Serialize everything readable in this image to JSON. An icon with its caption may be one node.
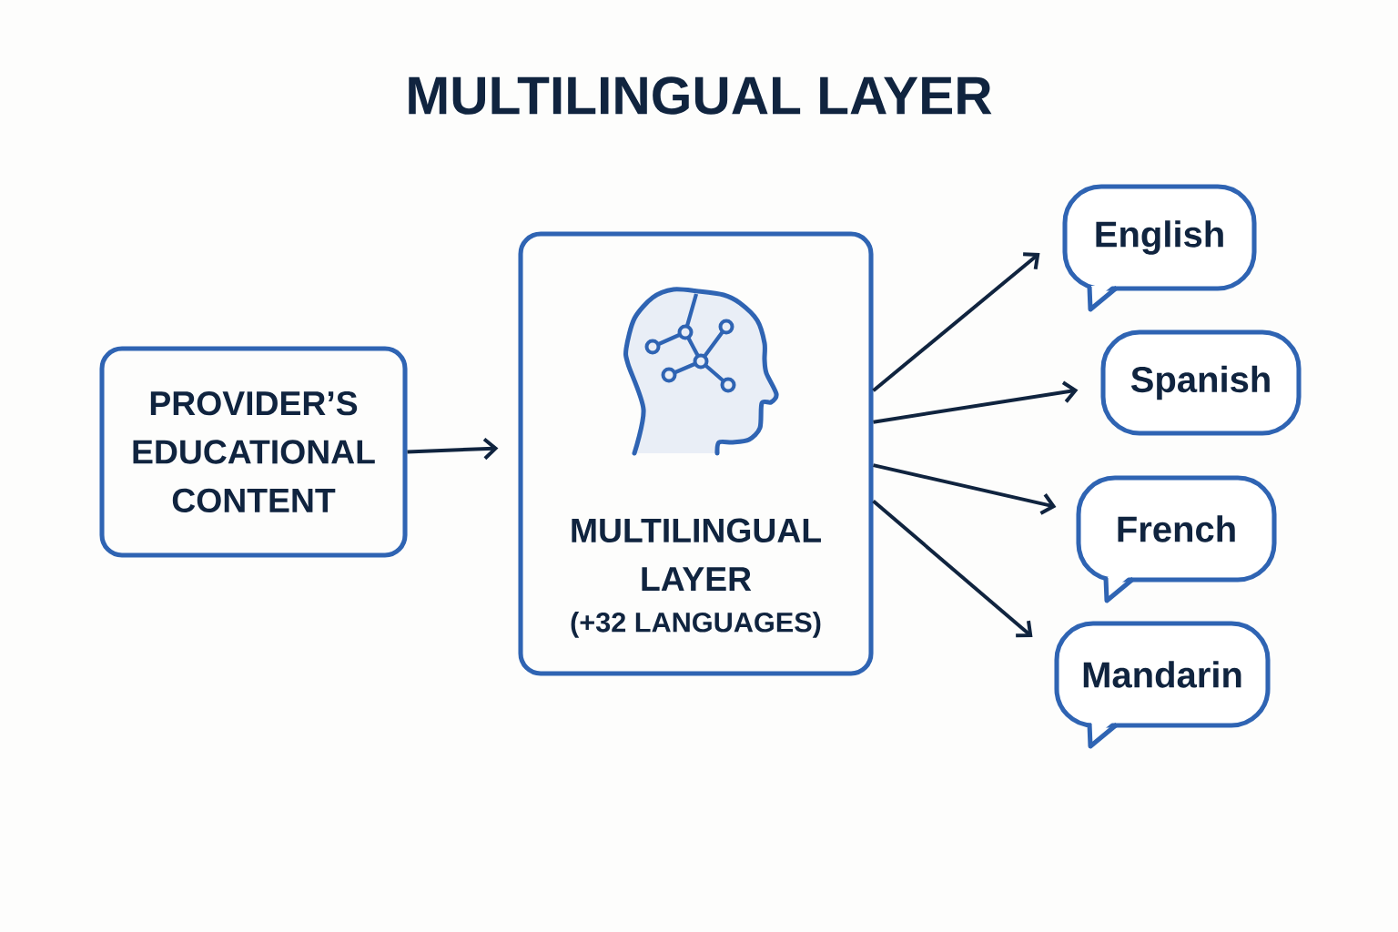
{
  "diagram": {
    "title": "MULTILINGUAL LAYER",
    "nodes": [
      {
        "text": [
          "PROVIDER’S EDUCATIONAL CONTENT"
        ]
      },
      {
        "text": [
          "MULTILINGUAL LAYER",
          "(+32 LANGUAGES)"
        ]
      },
      {
        "text": [
          "English"
        ]
      },
      {
        "text": [
          "Spanish"
        ]
      },
      {
        "text": [
          "French"
        ]
      },
      {
        "text": [
          "Mandarin"
        ]
      }
    ],
    "edges": [
      {
        "from": 0,
        "to": 1,
        "arrow": "to"
      },
      {
        "from": 1,
        "to": 2,
        "arrow": "to"
      },
      {
        "from": 1,
        "to": 3,
        "arrow": "to"
      },
      {
        "from": 1,
        "to": 4,
        "arrow": "to"
      },
      {
        "from": 1,
        "to": 5,
        "arrow": "to"
      }
    ]
  }
}
